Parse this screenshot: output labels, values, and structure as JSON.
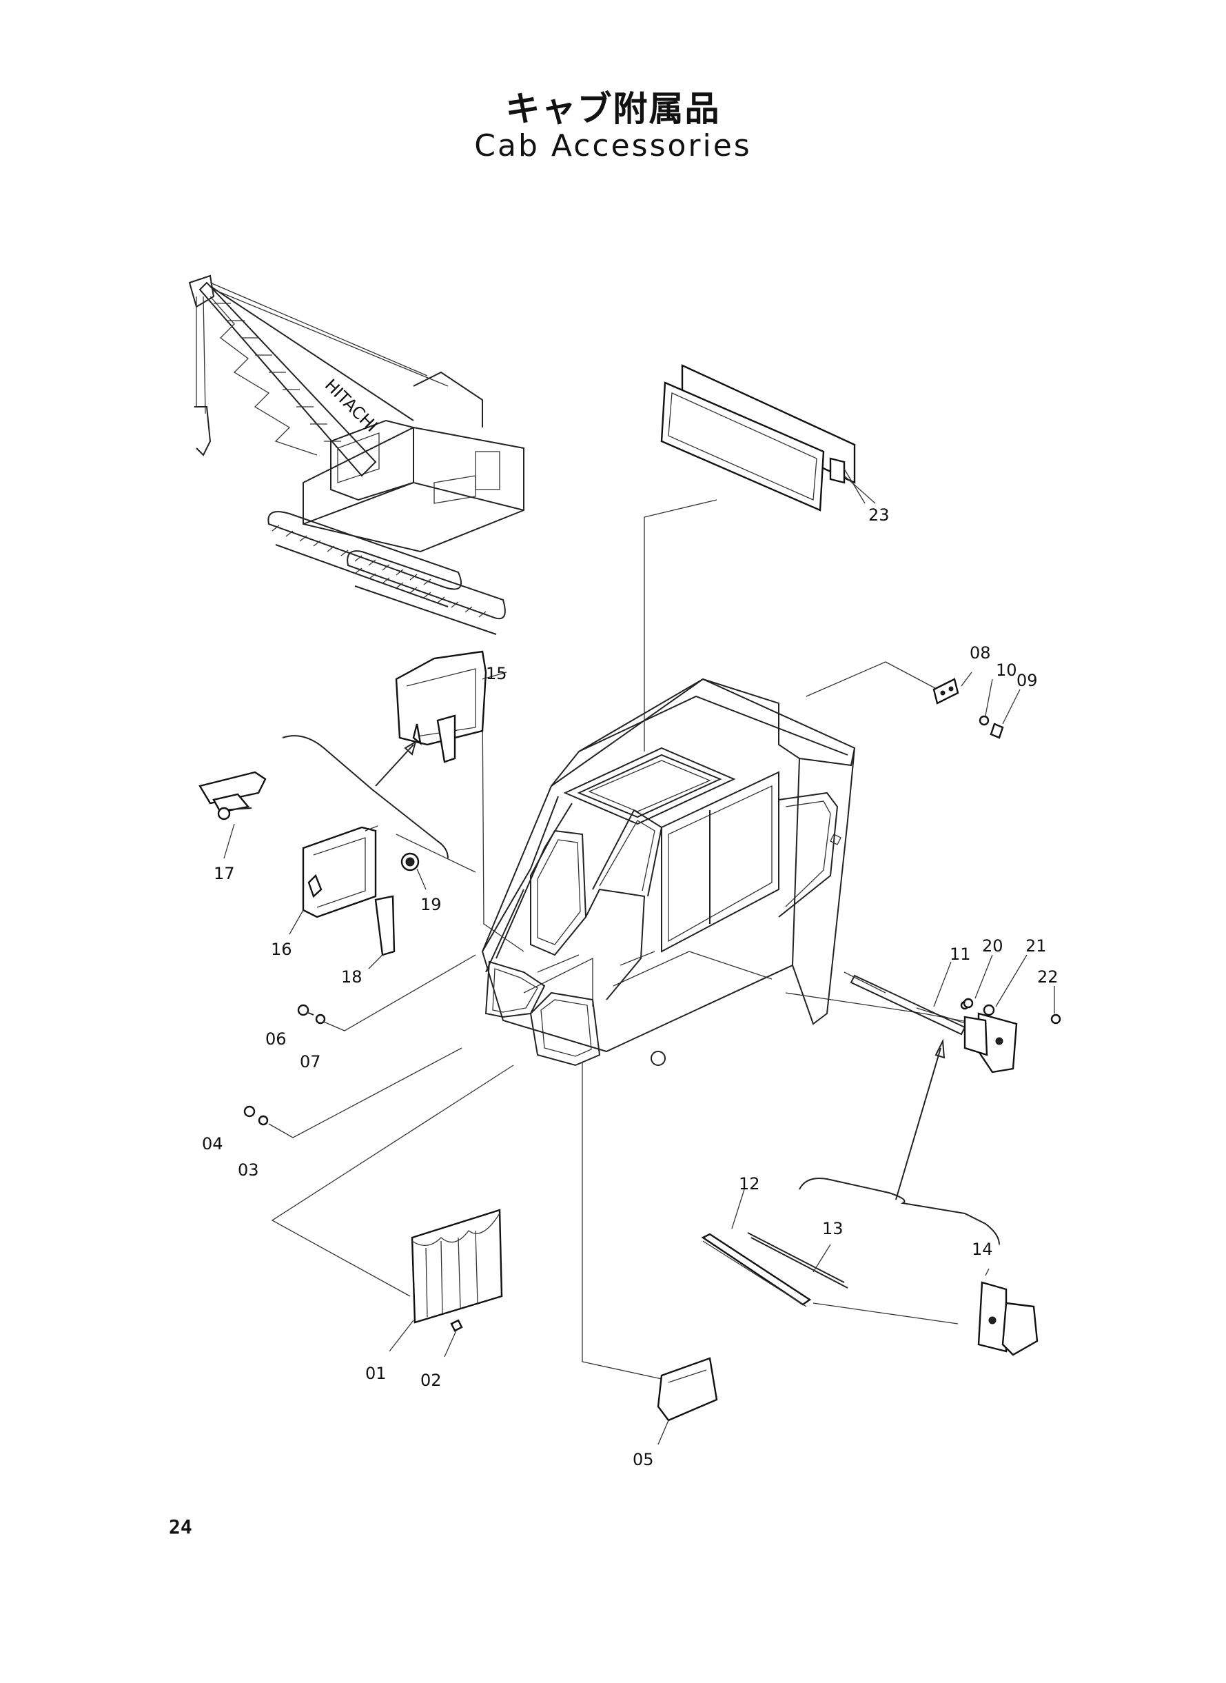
{
  "title": {
    "japanese": "キャブ附属品",
    "english": "Cab Accessories"
  },
  "page_number": "24",
  "callouts": [
    {
      "id": "01",
      "label": "01"
    },
    {
      "id": "02",
      "label": "02"
    },
    {
      "id": "03",
      "label": "03"
    },
    {
      "id": "04",
      "label": "04"
    },
    {
      "id": "05",
      "label": "05"
    },
    {
      "id": "06",
      "label": "06"
    },
    {
      "id": "07",
      "label": "07"
    },
    {
      "id": "08",
      "label": "08"
    },
    {
      "id": "09",
      "label": "09"
    },
    {
      "id": "10",
      "label": "10"
    },
    {
      "id": "11",
      "label": "11"
    },
    {
      "id": "12",
      "label": "12"
    },
    {
      "id": "13",
      "label": "13"
    },
    {
      "id": "14",
      "label": "14"
    },
    {
      "id": "15",
      "label": "15"
    },
    {
      "id": "16",
      "label": "16"
    },
    {
      "id": "17",
      "label": "17"
    },
    {
      "id": "18",
      "label": "18"
    },
    {
      "id": "19",
      "label": "19"
    },
    {
      "id": "20",
      "label": "20"
    },
    {
      "id": "21",
      "label": "21"
    },
    {
      "id": "22",
      "label": "22"
    },
    {
      "id": "23",
      "label": "23"
    }
  ]
}
